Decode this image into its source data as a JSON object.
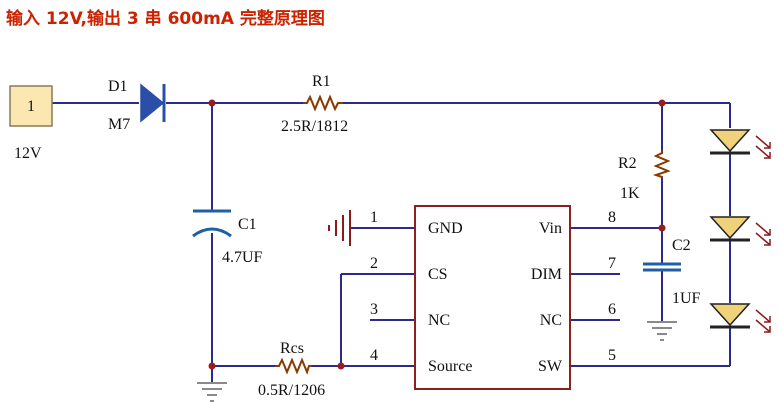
{
  "title": "输入 12V,输出 3 串 600mA 完整原理图",
  "colors": {
    "title": "#cc2200",
    "wire": "#2b2b8f",
    "diode": "#2b4fa8",
    "junction": "#9b1c1c",
    "capacitor": "#1f5fa8",
    "resistor": "#8a3a00",
    "led_fill": "#f0d27a",
    "connector_fill": "#fbe7b0",
    "ground": "#8a8a8a",
    "ground_input": "#8b1a1a"
  },
  "connector": {
    "pin": "1",
    "voltage": "12V"
  },
  "diode": {
    "ref": "D1",
    "part": "M7"
  },
  "r1": {
    "ref": "R1",
    "value": "2.5R/1812"
  },
  "c1": {
    "ref": "C1",
    "value": "4.7UF"
  },
  "rcs": {
    "ref": "Rcs",
    "value": "0.5R/1206"
  },
  "r2": {
    "ref": "R2",
    "value": "1K"
  },
  "c2": {
    "ref": "C2",
    "value": "1UF"
  },
  "ic": {
    "left_pins": [
      {
        "num": "1",
        "name": "GND"
      },
      {
        "num": "2",
        "name": "CS"
      },
      {
        "num": "3",
        "name": "NC"
      },
      {
        "num": "4",
        "name": "Source"
      }
    ],
    "right_pins": [
      {
        "num": "8",
        "name": "Vin"
      },
      {
        "num": "7",
        "name": "DIM"
      },
      {
        "num": "6",
        "name": "NC"
      },
      {
        "num": "5",
        "name": "SW"
      }
    ]
  },
  "led_count": 3,
  "led_icon": "led-icon",
  "ground_icon": "ground-icon"
}
